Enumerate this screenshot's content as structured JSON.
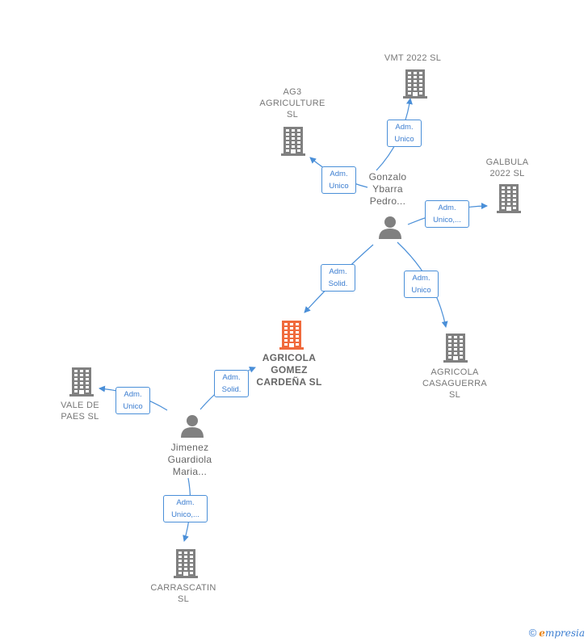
{
  "colors": {
    "edge": "#4a8fd8",
    "building": "#808080",
    "building_main": "#f06a3c",
    "person": "#808080",
    "label": "#777777"
  },
  "nodes": {
    "vmt": {
      "lines": [
        "VMT 2022  SL"
      ],
      "icon": "building-icon"
    },
    "ag3": {
      "lines": [
        "AG3",
        "AGRICULTURE",
        "SL"
      ],
      "icon": "building-icon"
    },
    "galbula": {
      "lines": [
        "GALBULA",
        "2022  SL"
      ],
      "icon": "building-icon"
    },
    "gonzalo": {
      "lines": [
        "Gonzalo",
        "Ybarra",
        "Pedro..."
      ],
      "icon": "person-icon"
    },
    "main": {
      "lines": [
        "AGRICOLA",
        "GOMEZ",
        "CARDEÑA  SL"
      ],
      "icon": "building-icon"
    },
    "casaguerra": {
      "lines": [
        "AGRICOLA",
        "CASAGUERRA",
        "SL"
      ],
      "icon": "building-icon"
    },
    "vale": {
      "lines": [
        "VALE DE",
        "PAES SL"
      ],
      "icon": "building-icon"
    },
    "jimenez": {
      "lines": [
        "Jimenez",
        "Guardiola",
        "Maria..."
      ],
      "icon": "person-icon"
    },
    "carrascatin": {
      "lines": [
        "CARRASCATIN",
        "SL"
      ],
      "icon": "building-icon"
    }
  },
  "edges": [
    {
      "id": "gonzalo-vmt",
      "lines": [
        "Adm.",
        "Unico"
      ]
    },
    {
      "id": "gonzalo-ag3",
      "lines": [
        "Adm.",
        "Unico"
      ]
    },
    {
      "id": "gonzalo-galbula",
      "lines": [
        "Adm.",
        "Unico,..."
      ]
    },
    {
      "id": "gonzalo-main",
      "lines": [
        "Adm.",
        "Solid."
      ]
    },
    {
      "id": "gonzalo-casaguerra",
      "lines": [
        "Adm.",
        "Unico"
      ]
    },
    {
      "id": "jimenez-main",
      "lines": [
        "Adm.",
        "Solid."
      ]
    },
    {
      "id": "jimenez-vale",
      "lines": [
        "Adm.",
        "Unico"
      ]
    },
    {
      "id": "jimenez-carrascatin",
      "lines": [
        "Adm.",
        "Unico,..."
      ]
    }
  ],
  "brand": {
    "copyright": "©",
    "initial": "e",
    "rest": "mpresia"
  }
}
